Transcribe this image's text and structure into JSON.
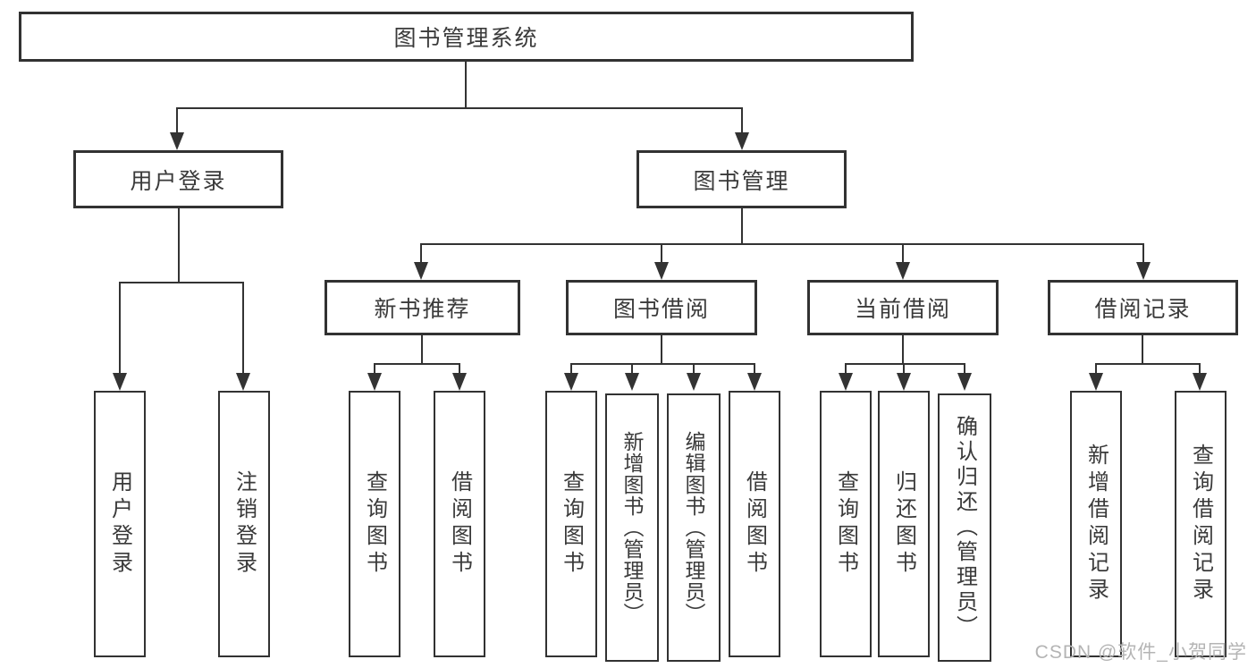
{
  "diagram": {
    "background": "#ffffff",
    "line_color": "#333333",
    "text_color": "#3a3a3a",
    "watermark": {
      "text": "CSDN @软件_小贺同学",
      "color": "#b4b4b4"
    },
    "tree": {
      "root": "图书管理系统",
      "user_branch": {
        "label": "用户登录",
        "children": [
          "用户登录",
          "注销登录"
        ]
      },
      "mgmt_branch": {
        "label": "图书管理",
        "children": [
          {
            "label": "新书推荐",
            "children": [
              "查询图书",
              "借阅图书"
            ]
          },
          {
            "label": "图书借阅",
            "children": [
              "查询图书",
              "新增图书（管理员）",
              "编辑图书（管理员）",
              "借阅图书"
            ]
          },
          {
            "label": "当前借阅",
            "children": [
              "查询图书",
              "归还图书",
              "确认归还（管理员）"
            ]
          },
          {
            "label": "借阅记录",
            "children": [
              "新增借阅记录",
              "查询借阅记录"
            ]
          }
        ]
      }
    }
  }
}
